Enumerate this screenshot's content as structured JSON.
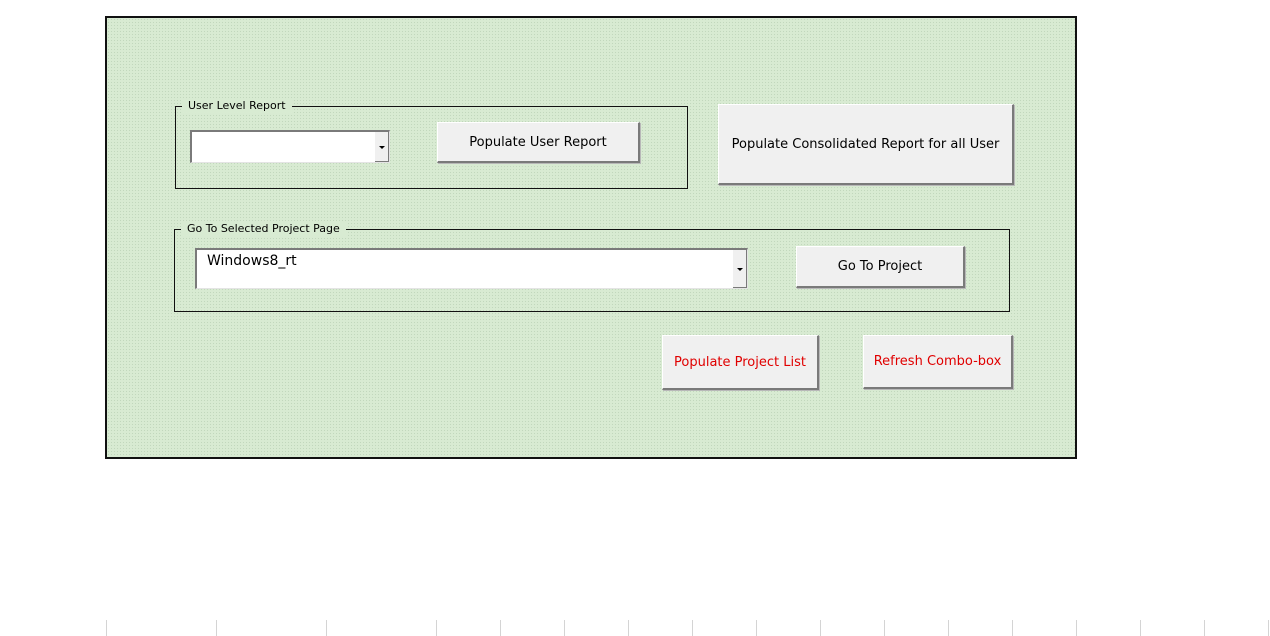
{
  "user_level_report": {
    "legend": "User Level Report",
    "combo_value": "",
    "populate_button_label": "Populate User Report"
  },
  "consolidated_button_label": "Populate Consolidated Report for all User",
  "project_page": {
    "legend": "Go To Selected Project Page",
    "combo_value": "Windows8_rt",
    "go_button_label": "Go To Project"
  },
  "populate_project_list_label": "Populate Project List",
  "refresh_combo_label": "Refresh Combo-box",
  "colors": {
    "panel_background": "#d8ebd2",
    "alert_text": "#e00000",
    "button_face": "#f0f0f0"
  },
  "icons": {
    "dropdown": "chevron-down-icon"
  }
}
